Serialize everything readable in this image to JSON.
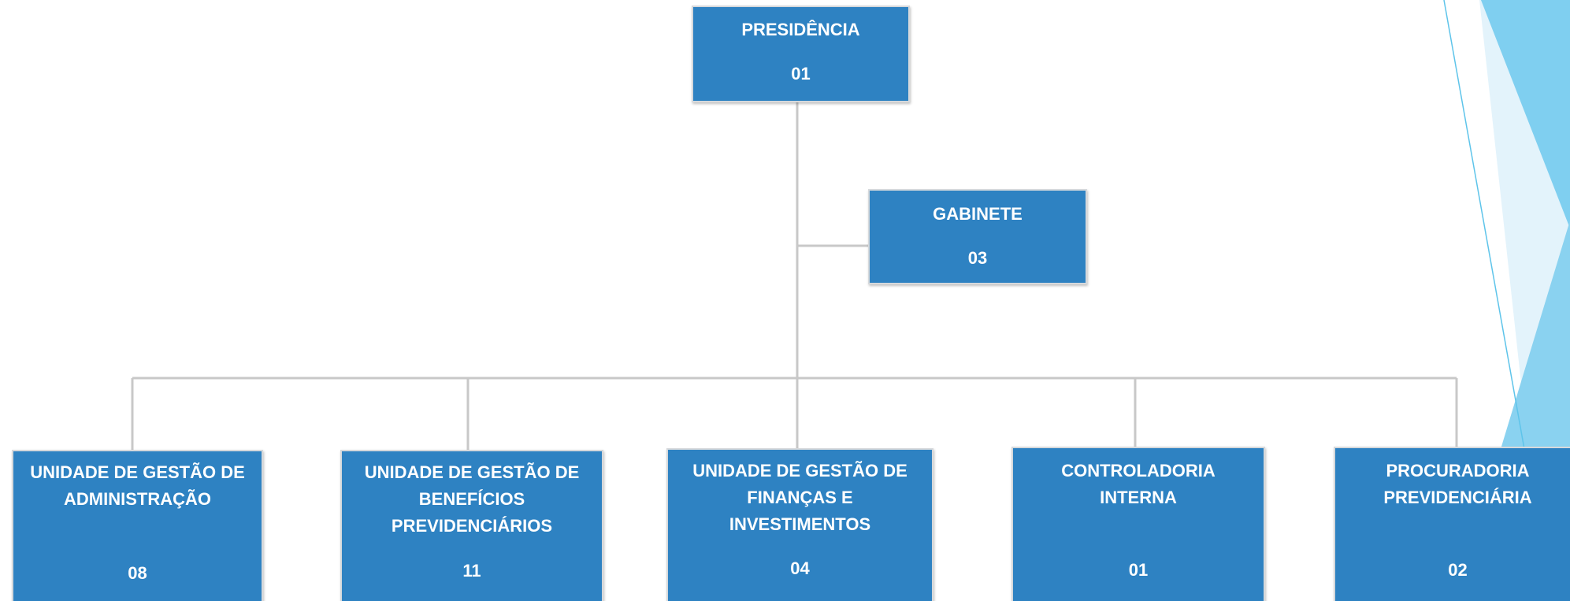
{
  "org_chart": {
    "top": {
      "title": "PRESIDÊNCIA",
      "count": "01"
    },
    "staff": {
      "title": "GABINETE",
      "count": "03"
    },
    "units": [
      {
        "title": "UNIDADE DE GESTÃO DE\nADMINISTRAÇÃO",
        "count": "08"
      },
      {
        "title": "UNIDADE DE GESTÃO DE\nBENEFÍCIOS\nPREVIDENCIÁRIOS",
        "count": "11"
      },
      {
        "title": "UNIDADE DE GESTÃO DE\nFINANÇAS E\nINVESTIMENTOS",
        "count": "04"
      },
      {
        "title": "CONTROLADORIA\nINTERNA",
        "count": "01"
      },
      {
        "title": "PROCURADORIA\nPREVIDENCIÁRIA",
        "count": "02"
      }
    ]
  },
  "colors": {
    "box_fill": "#2e82c2",
    "box_text": "#ffffff",
    "connector": "#c8c8c8",
    "accent_light": "#dceff9",
    "accent_mid": "#9fd6f0",
    "accent_dark": "#5ec4ea"
  }
}
